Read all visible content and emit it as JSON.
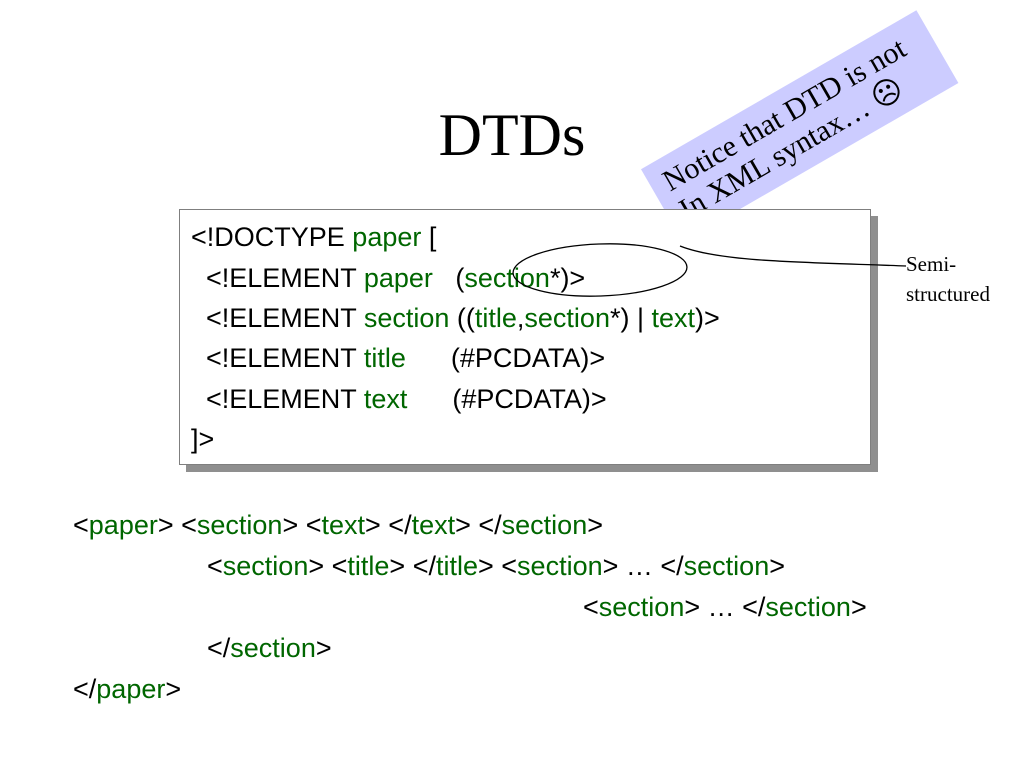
{
  "slide": {
    "title": "DTDs",
    "note": {
      "line1": "Notice that DTD is not",
      "line2": "In XML syntax… ☹"
    },
    "side_label": {
      "line1": "Semi-",
      "line2": "structured"
    },
    "dtd": {
      "l1": {
        "a": "<!DOCTYPE ",
        "b": "paper",
        "c": " ["
      },
      "l2": {
        "a": "  <!ELEMENT ",
        "b": "paper",
        "c": "   (",
        "d": "section",
        "e": "*)>"
      },
      "l3": {
        "a": "  <!ELEMENT ",
        "b": "section",
        "c": " ((",
        "d": "title",
        "e": ",",
        "f": "section",
        "g": "*) | ",
        "h": "text",
        "i": ")>"
      },
      "l4": {
        "a": "  <!ELEMENT ",
        "b": "title",
        "c": "      (#PCDATA)>"
      },
      "l5": {
        "a": "  <!ELEMENT ",
        "b": "text",
        "c": "      (#PCDATA)>"
      },
      "l6": {
        "a": "]>"
      }
    },
    "xml": {
      "r1": [
        "<",
        "paper",
        "> <",
        "section",
        "> <",
        "text",
        "> </",
        "text",
        "> </",
        "section",
        ">"
      ],
      "r2": [
        "<",
        "section",
        "> <",
        "title",
        "> </",
        "title",
        "> <",
        "section",
        "> … </",
        "section",
        ">"
      ],
      "r3": [
        "<",
        "section",
        "> … </",
        "section",
        ">"
      ],
      "r4": [
        "</",
        "section",
        ">"
      ],
      "r5": [
        "</",
        "paper",
        ">"
      ]
    }
  }
}
